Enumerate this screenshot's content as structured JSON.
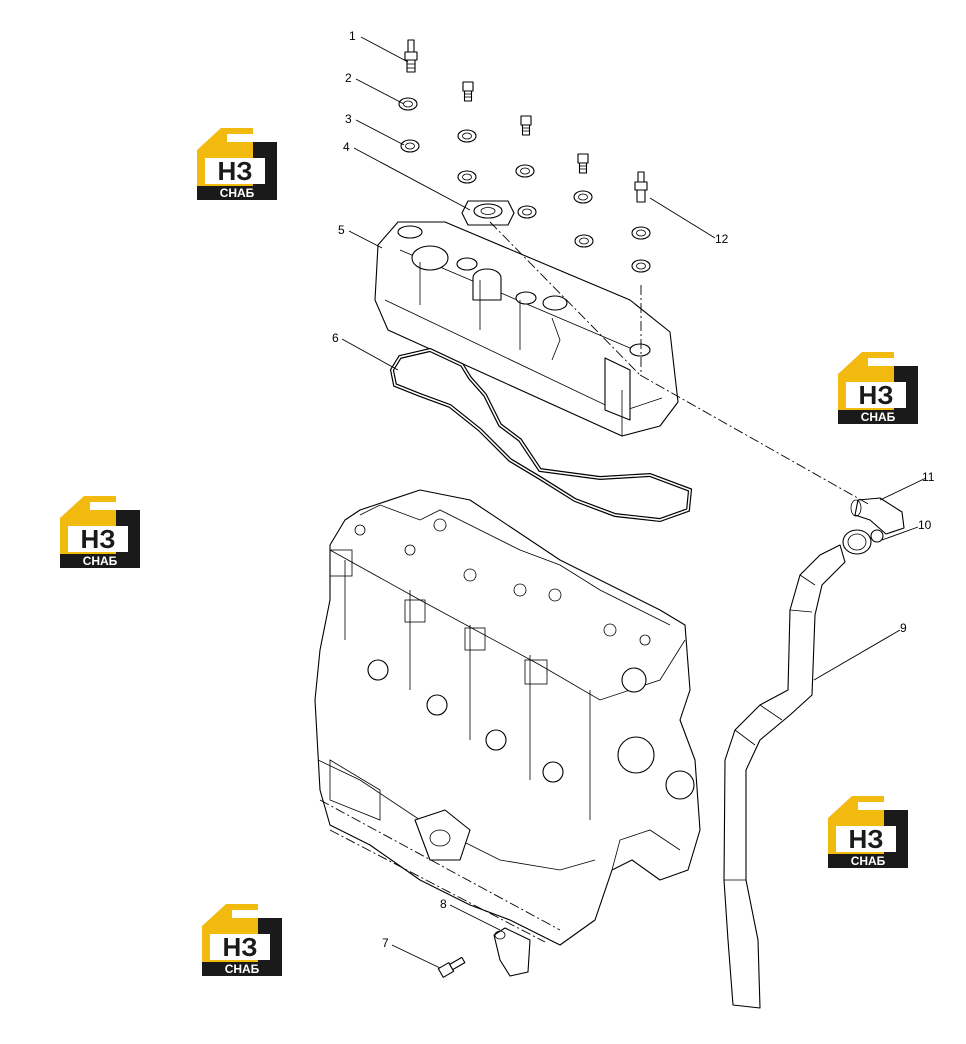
{
  "diagram": {
    "callouts": [
      {
        "id": "1",
        "label": "1"
      },
      {
        "id": "2",
        "label": "2"
      },
      {
        "id": "3",
        "label": "3"
      },
      {
        "id": "4",
        "label": "4"
      },
      {
        "id": "5",
        "label": "5"
      },
      {
        "id": "6",
        "label": "6"
      },
      {
        "id": "7",
        "label": "7"
      },
      {
        "id": "8",
        "label": "8"
      },
      {
        "id": "9",
        "label": "9"
      },
      {
        "id": "10",
        "label": "10"
      },
      {
        "id": "11",
        "label": "11"
      },
      {
        "id": "12",
        "label": "12"
      }
    ]
  },
  "watermark": {
    "mark": "НЗ",
    "word": "СНАБ",
    "accent_color": "#f2b90f",
    "dark_color": "#1a1a1a",
    "count": 5
  }
}
